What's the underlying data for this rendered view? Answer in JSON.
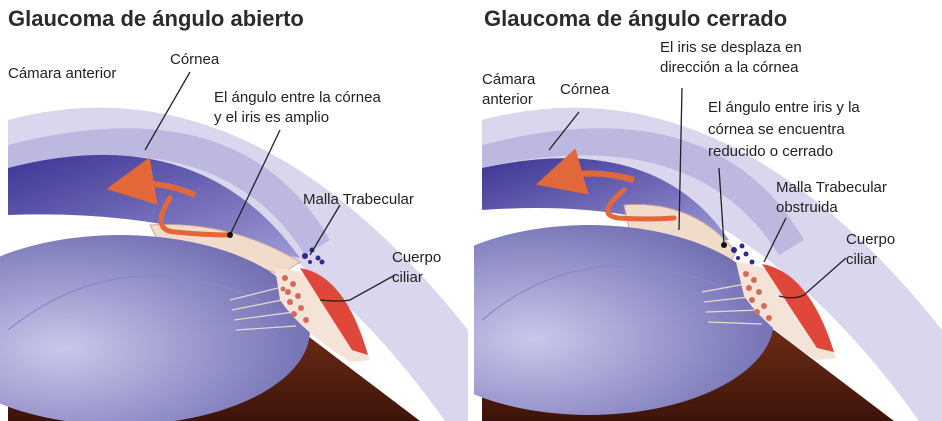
{
  "left": {
    "title": "Glaucoma de ángulo abierto",
    "labels": {
      "anterior_chamber": "Cámara anterior",
      "cornea": "Córnea",
      "angle_line1": "El ángulo entre la córnea",
      "angle_line2": "y el iris es amplio",
      "trabecular": "Malla Trabecular",
      "ciliary_line1": "Cuerpo",
      "ciliary_line2": "ciliar"
    }
  },
  "right": {
    "title": "Glaucoma de ángulo cerrado",
    "labels": {
      "anterior_chamber_line1": "Cámara",
      "anterior_chamber_line2": "anterior",
      "cornea": "Córnea",
      "iris_line1": "El iris se desplaza en",
      "iris_line2": "dirección a la córnea",
      "angle_line1": "El ángulo entre iris y la",
      "angle_line2": "córnea se encuentra",
      "angle_line3": "reducido o cerrado",
      "trabecular_line1": "Malla Trabecular",
      "trabecular_line2": "obstruida",
      "ciliary_line1": "Cuerpo",
      "ciliary_line2": "ciliar"
    }
  },
  "colors": {
    "sclera": "#d9d6ee",
    "cornea": "#c8c4e4",
    "chamber": "#6a63b8",
    "lens": "#a8a6d6",
    "iris": "#f1dccc",
    "ciliary": "#e0463a",
    "interior": "#5a1e10",
    "flow_arrow": "#e2683a"
  }
}
